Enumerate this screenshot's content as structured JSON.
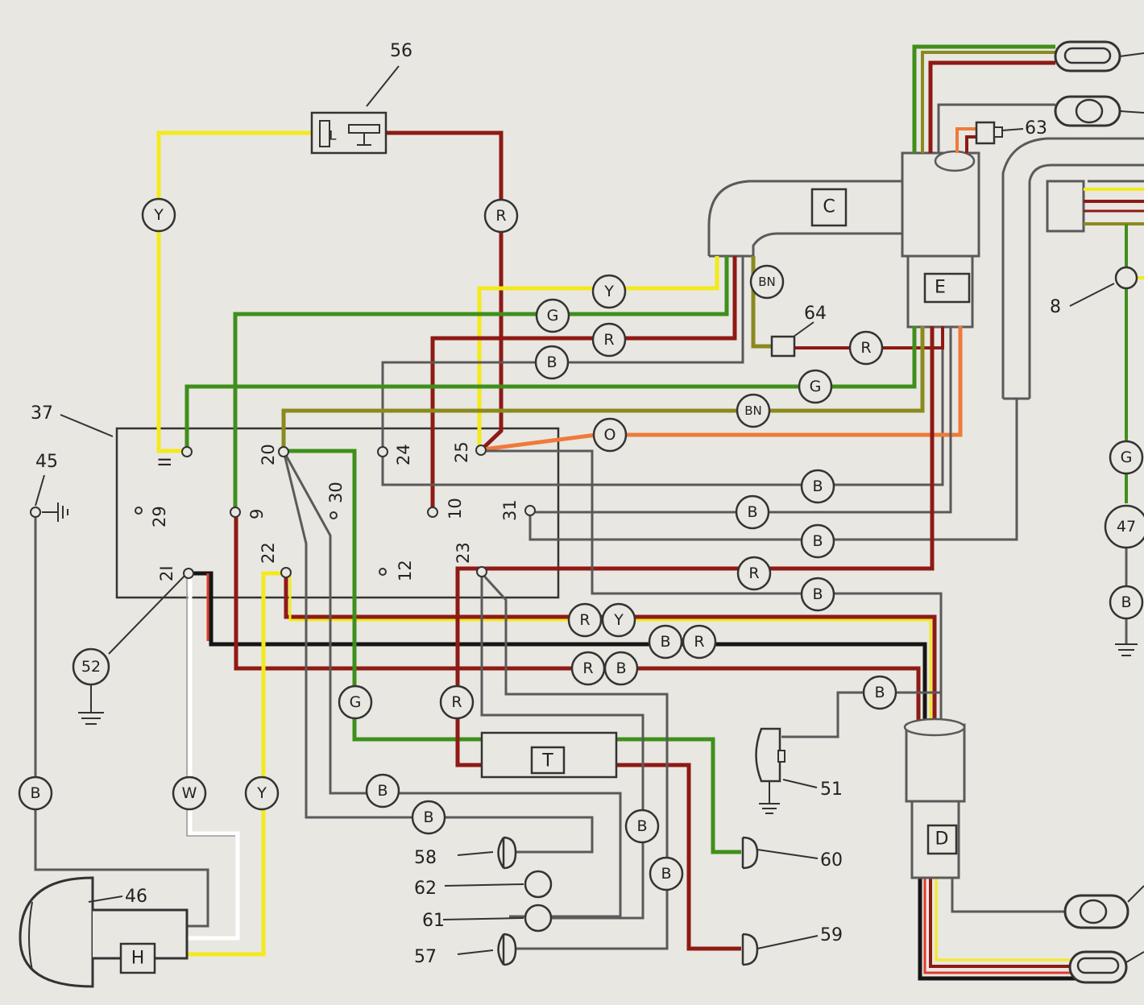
{
  "colors": {
    "background": "#e9e7e2",
    "yellow": "#f2ea1c",
    "red": "#8e1a14",
    "green": "#3f8f1c",
    "olive": "#8a8a1e",
    "orange": "#ef7a3a",
    "black": "#151515",
    "white": "#ffffff",
    "gray": "#5a5a5a"
  },
  "component_numbers": {
    "c56": "56",
    "c37": "37",
    "c45": "45",
    "c52": "52",
    "c46": "46",
    "c63": "63",
    "c64": "64",
    "c8": "8",
    "c47": "47",
    "c51": "51",
    "c58": "58",
    "c62": "62",
    "c61": "61",
    "c57": "57",
    "c60": "60",
    "c59": "59"
  },
  "terminals": {
    "t11": "II",
    "t29": "29",
    "t9": "9",
    "t20": "20",
    "t30": "30",
    "t24": "24",
    "t10": "10",
    "t25": "25",
    "t31": "31",
    "t21": "2I",
    "t22": "22",
    "t12": "12",
    "t23": "23"
  },
  "box_letters": {
    "C": "C",
    "E": "E",
    "T": "T",
    "D": "D",
    "H": "H",
    "L": "L"
  },
  "wire_codes": {
    "Y": "Y",
    "R": "R",
    "G": "G",
    "B": "B",
    "BN": "BN",
    "O": "O",
    "W": "W"
  }
}
